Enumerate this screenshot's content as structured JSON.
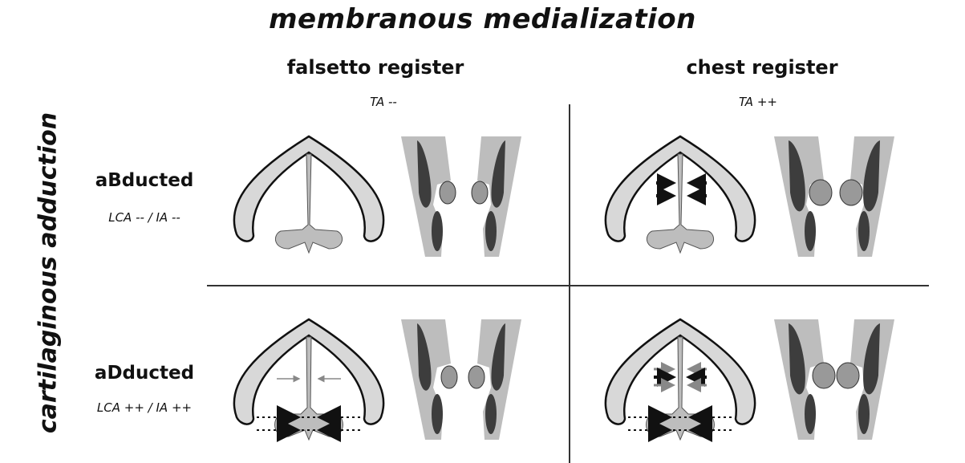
{
  "title": "membranous medialization",
  "side_title": "cartilaginous adduction",
  "columns": [
    {
      "label": "falsetto register",
      "ta": "TA --"
    },
    {
      "label": "chest register",
      "ta": "TA ++"
    }
  ],
  "rows": [
    {
      "label": "aBducted",
      "sub": "LCA -- / IA --"
    },
    {
      "label": "aDducted",
      "sub": "LCA ++ / IA ++"
    }
  ],
  "colors": {
    "tissue_fill": "#bdbdbd",
    "muscle_fill": "#3d3d3d",
    "cartilage_fill": "#d8d8d8",
    "arrow_dark": "#111111",
    "arrow_light": "#888888"
  }
}
